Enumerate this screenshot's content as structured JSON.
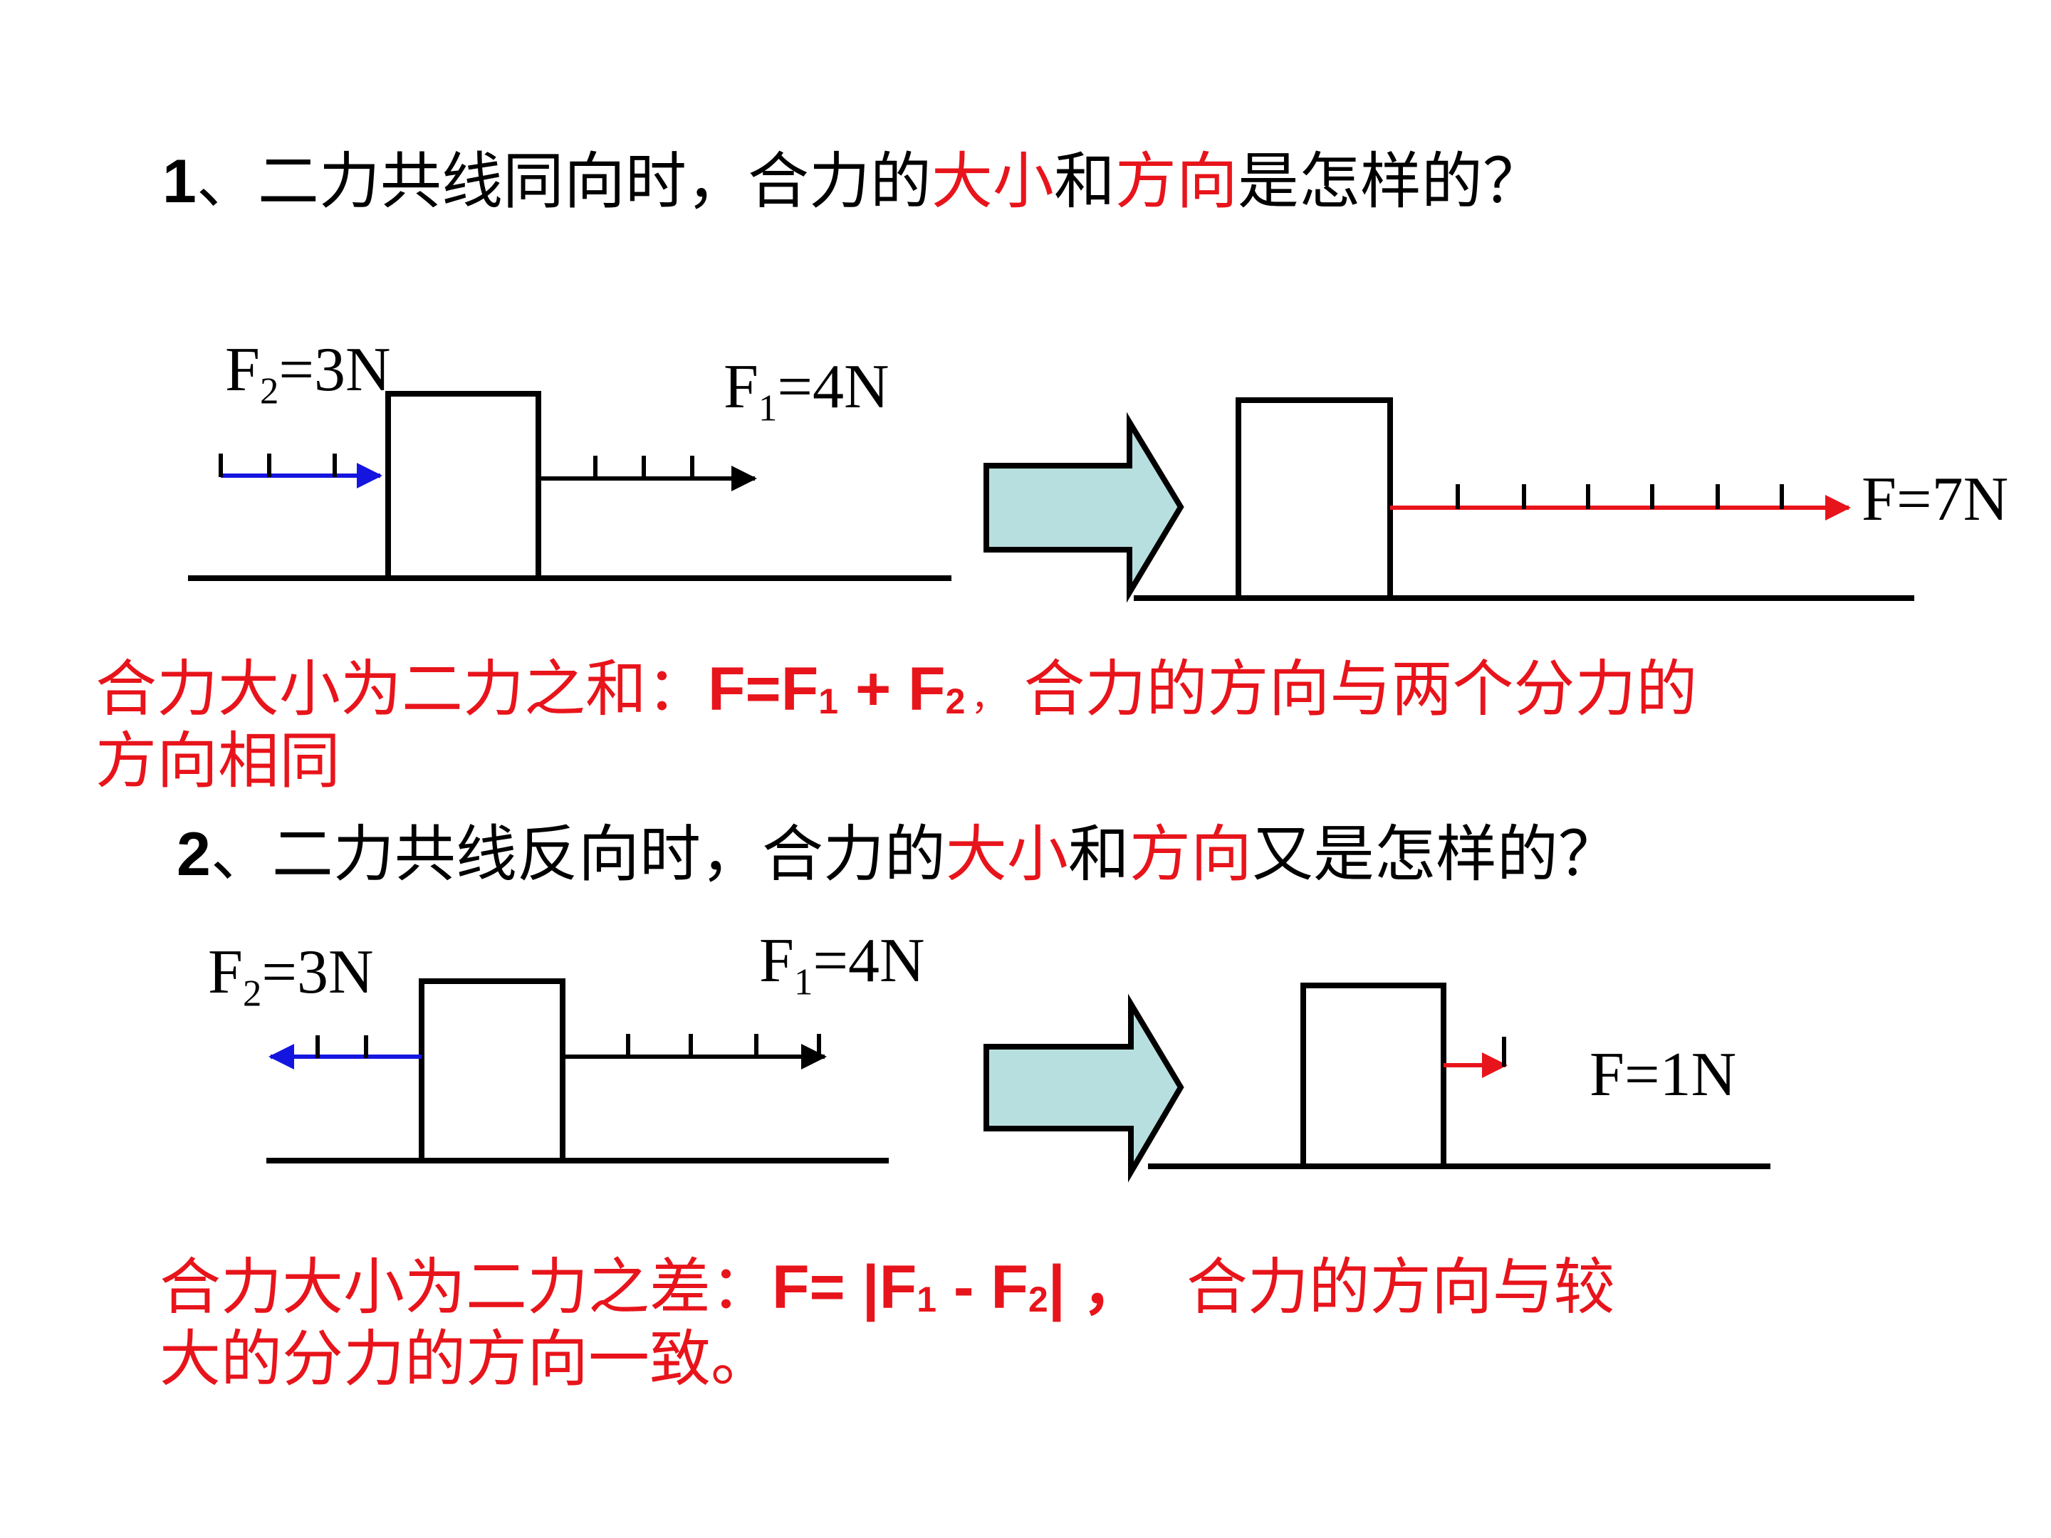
{
  "q1": {
    "num": "1",
    "t1": "、二力共线同向时，合力的",
    "r1": "大小",
    "t2": "和",
    "r2": "方向",
    "t3": "是怎样的？"
  },
  "c1": {
    "line1_pre": "合力大小为二力之和：",
    "formula_a": "F=F",
    "sub1": "1",
    "formula_b": " + F",
    "sub2": "2",
    "sep": "，",
    "line1_post": "合力的方向与两个分力的",
    "line2": "方向相同"
  },
  "q2": {
    "num": "2",
    "t1": "、二力共线反向时，合力的",
    "r1": "大小",
    "t2": "和",
    "r2": "方向",
    "t3": "又是怎样的？"
  },
  "c2": {
    "line1_pre": "合力大小为二力之差：",
    "formula_a": "F= |F",
    "sub1": "1",
    "formula_b": " - F",
    "sub2": "2",
    "formula_c": "| ，",
    "line1_post": "合力的方向与较",
    "line2": "大的分力的方向一致。"
  },
  "diagram1": {
    "f2_pre": "F",
    "f2_sub": "2",
    "f2_post": "=3N",
    "f1_pre": "F",
    "f1_sub": "1",
    "f1_post": "=4N",
    "result": "F=7N"
  },
  "diagram2": {
    "f2_pre": "F",
    "f2_sub": "2",
    "f2_post": "=3N",
    "f1_pre": "F",
    "f1_sub": "1",
    "f1_post": "=4N",
    "result": "F=1N"
  },
  "colors": {
    "red": "#e8141b",
    "blue": "#1515e0",
    "arrow_fill": "#b8dfe0"
  }
}
